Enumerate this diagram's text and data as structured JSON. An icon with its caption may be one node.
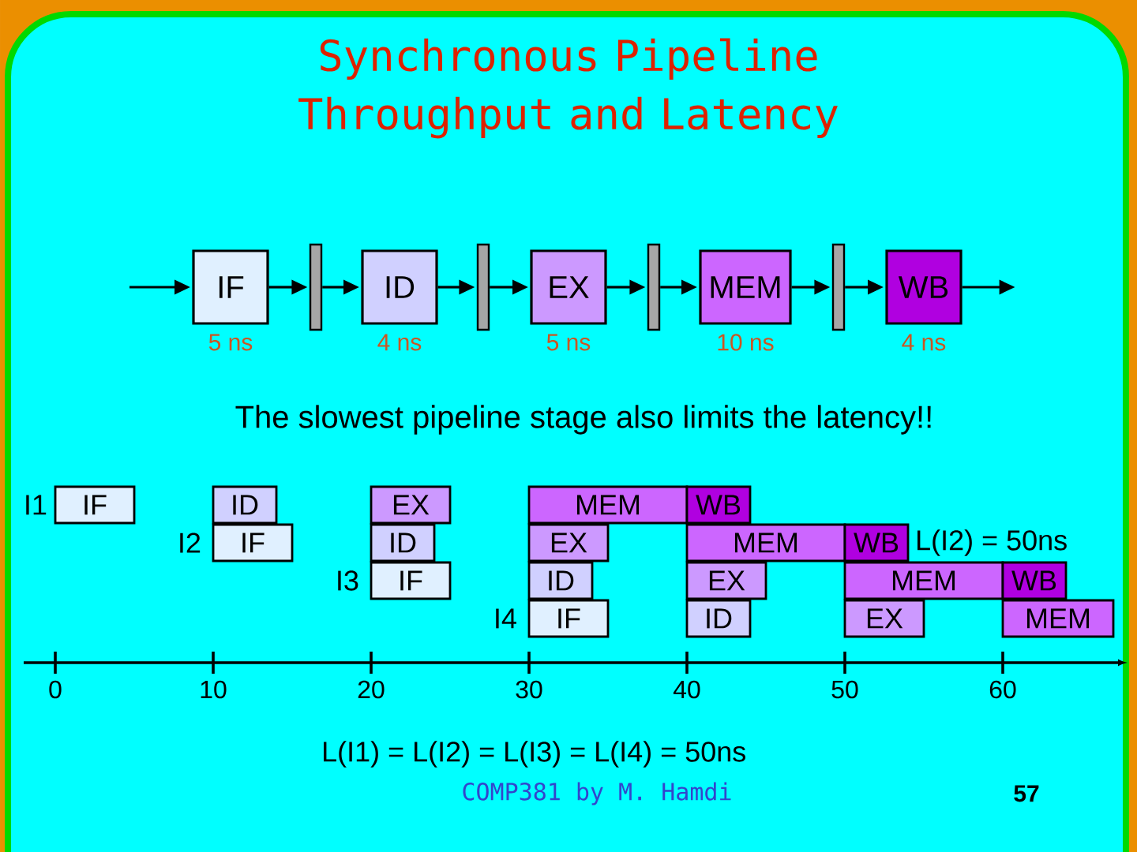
{
  "diagram": {
    "title": "Synchronous Pipeline Throughput and Latency",
    "nodes": [
      {
        "text": [
          "IF"
        ],
        "beside": [
          "5 ns"
        ]
      },
      {
        "text": [],
        "shape": "bar"
      },
      {
        "text": [
          "ID"
        ],
        "beside": [
          "4 ns"
        ]
      },
      {
        "text": [],
        "shape": "bar"
      },
      {
        "text": [
          "EX"
        ],
        "beside": [
          "5 ns"
        ]
      },
      {
        "text": [],
        "shape": "bar"
      },
      {
        "text": [
          "MEM"
        ],
        "beside": [
          "10 ns"
        ]
      },
      {
        "text": [],
        "shape": "bar"
      },
      {
        "text": [
          "WB"
        ],
        "beside": [
          "4 ns"
        ]
      },
      {
        "text": [
          "IF"
        ]
      },
      {
        "text": [
          "ID"
        ]
      },
      {
        "text": [
          "EX"
        ]
      },
      {
        "text": [
          "MEM"
        ]
      },
      {
        "text": [
          "WB"
        ]
      },
      {
        "text": [
          "IF"
        ]
      },
      {
        "text": [
          "ID"
        ]
      },
      {
        "text": [
          "EX"
        ]
      },
      {
        "text": [
          "MEM"
        ]
      },
      {
        "text": [
          "WB"
        ]
      },
      {
        "text": [
          "IF"
        ]
      },
      {
        "text": [
          "ID"
        ]
      },
      {
        "text": [
          "EX"
        ]
      },
      {
        "text": [
          "MEM"
        ]
      },
      {
        "text": [
          "WB"
        ]
      },
      {
        "text": [
          "IF"
        ]
      },
      {
        "text": [
          "ID"
        ]
      },
      {
        "text": [
          "EX"
        ]
      },
      {
        "text": [
          "MEM"
        ]
      }
    ],
    "edges": [
      {
        "from": null,
        "to": 0,
        "arrow": "to"
      },
      {
        "from": 0,
        "to": 1,
        "arrow": "to"
      },
      {
        "from": 1,
        "to": 2,
        "arrow": "to"
      },
      {
        "from": 2,
        "to": 3,
        "arrow": "to"
      },
      {
        "from": 3,
        "to": 4,
        "arrow": "to"
      },
      {
        "from": 4,
        "to": 5,
        "arrow": "to"
      },
      {
        "from": 5,
        "to": 6,
        "arrow": "to"
      },
      {
        "from": 6,
        "to": 7,
        "arrow": "to"
      },
      {
        "from": 7,
        "to": 8,
        "arrow": "to"
      },
      {
        "from": 8,
        "to": null,
        "arrow": "to"
      }
    ],
    "labels": [
      "The slowest pipeline stage also limits the latency!!",
      "I1",
      "I2",
      "L(I2) = 50ns",
      "I3",
      "I4",
      "0",
      "10",
      "20",
      "30",
      "40",
      "50",
      "60",
      "L(I1) = L(I2) = L(I3) = L(I4) = 50ns",
      "COMP381 by M. Hamdi",
      "57"
    ]
  }
}
